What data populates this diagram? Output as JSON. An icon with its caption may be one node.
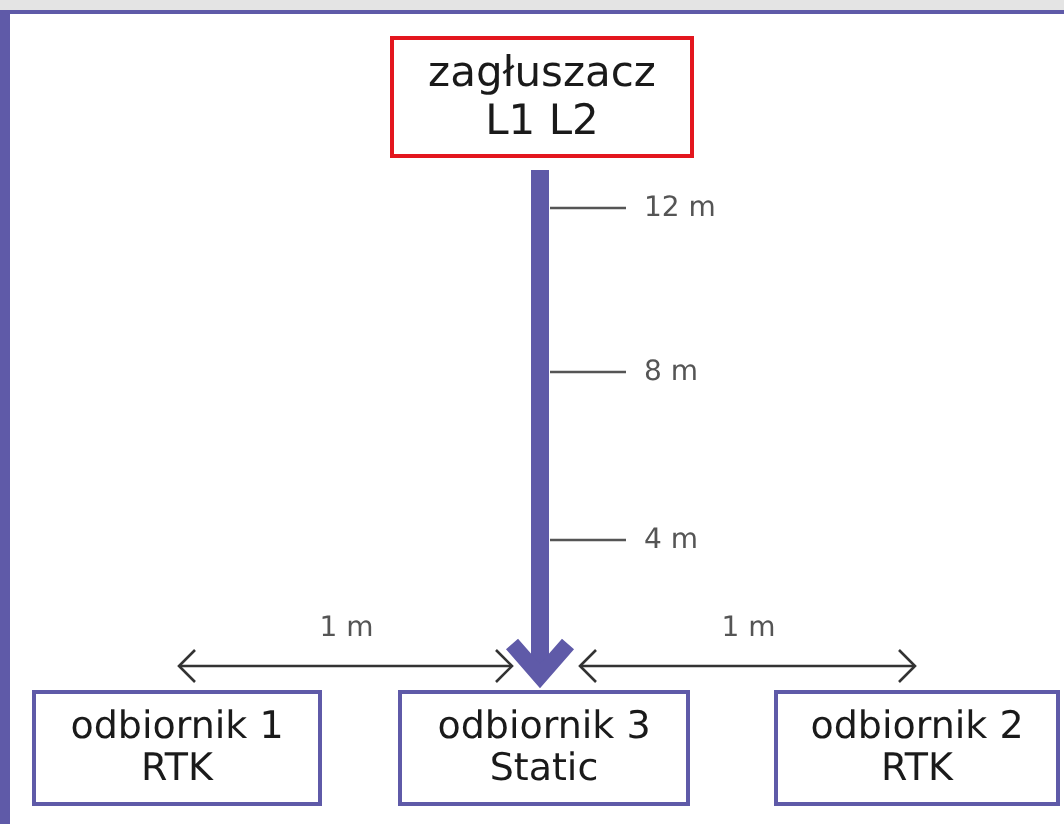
{
  "diagram": {
    "nodes": [
      {
        "text": [
          "zagłuszacz",
          "L1 L2"
        ]
      },
      {
        "text": [
          "odbiornik 1",
          "RTK"
        ]
      },
      {
        "text": [
          "odbiornik 3",
          "Static"
        ]
      },
      {
        "text": [
          "odbiornik 2",
          "RTK"
        ]
      }
    ],
    "edges": [
      {
        "from": 0,
        "to": 2,
        "arrow": "to",
        "style": "thick",
        "color": "#5f5aa8"
      },
      {
        "from": 1,
        "to": 2,
        "arrow": "both",
        "label": "1 m"
      },
      {
        "from": 2,
        "to": 3,
        "arrow": "both",
        "label": "1 m"
      }
    ],
    "labels": [
      "12 m",
      "8 m",
      "4 m"
    ]
  }
}
